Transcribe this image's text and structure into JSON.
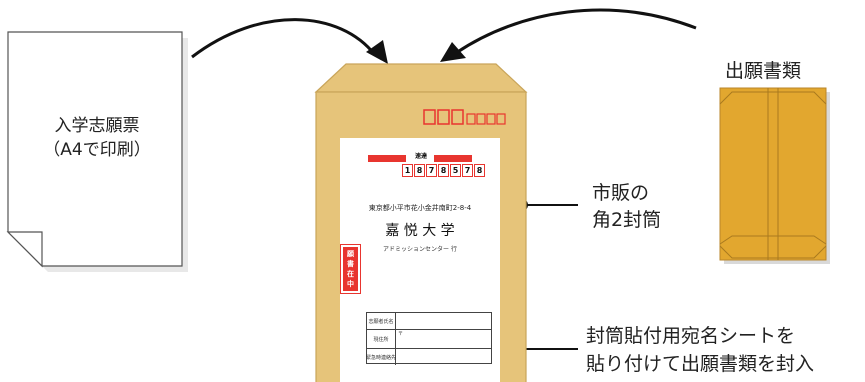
{
  "application_form": {
    "line1": "入学志願票",
    "line2": "（A4で印刷）"
  },
  "documents": {
    "label": "出願書類"
  },
  "envelope_note": {
    "line1": "市販の",
    "line2": "角2封筒"
  },
  "sheet_note": {
    "line1": "封筒貼付用宛名シートを",
    "line2": "貼り付けて出願書類を封入"
  },
  "label_sheet": {
    "heading": "速達",
    "postal_code": [
      "1",
      "8",
      "7",
      "8",
      "5",
      "7",
      "8"
    ],
    "address": "東京都小平市花小金井南町2-8-4",
    "school": "嘉 悦 大 学",
    "dept": "アドミッションセンター 行",
    "enclosure": "願書在中",
    "table_rows": [
      "志願者氏名",
      "現住所",
      "緊急時連絡先"
    ],
    "table_mark": "〒"
  },
  "colors": {
    "envelope": "#e6c47a",
    "envelope_edge": "#c9a55a",
    "stamp_red": "#e8352f",
    "doc_envelope": "#e2a72f"
  }
}
